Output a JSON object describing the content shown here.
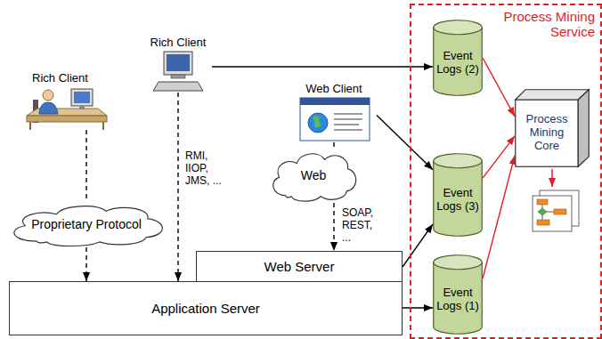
{
  "diagram": {
    "nodes": [
      {
        "text": [
          "Process Mining Service"
        ]
      },
      {
        "text": [
          "Rich Client"
        ]
      },
      {
        "text": [
          "Rich Client"
        ]
      },
      {
        "text": [
          "Event Logs (2)"
        ],
        "in": 0
      },
      {
        "text": [
          "Process Mining Core"
        ],
        "in": 0
      },
      {
        "text": [
          "Web Client"
        ]
      },
      {
        "text": [
          "Web"
        ]
      },
      {
        "text": [
          "Event Logs (3)"
        ],
        "in": 0
      },
      {
        "text": [
          "Proprietary Protocol"
        ]
      },
      {
        "text": [
          "Web Server"
        ]
      },
      {
        "text": [
          "Event Logs (1)"
        ],
        "in": 0
      },
      {
        "text": [
          "Application Server"
        ]
      }
    ],
    "edges": [
      {
        "from": 2,
        "to": 8,
        "arrow": "none"
      },
      {
        "from": 8,
        "to": 11,
        "arrow": "to"
      },
      {
        "from": 1,
        "to": 11,
        "arrow": "to",
        "label": "RMI, IIOP, JMS, ..."
      },
      {
        "from": 1,
        "to": 3,
        "arrow": "to"
      },
      {
        "from": 5,
        "to": 6,
        "arrow": "none"
      },
      {
        "from": 6,
        "to": 9,
        "arrow": "to",
        "label": "SOAP, REST, ..."
      },
      {
        "from": 5,
        "to": 7,
        "arrow": "to"
      },
      {
        "from": 9,
        "to": 7,
        "arrow": "to"
      },
      {
        "from": 11,
        "to": 10,
        "arrow": "to"
      },
      {
        "from": 3,
        "to": 4,
        "arrow": "to"
      },
      {
        "from": 7,
        "to": 4,
        "arrow": "to"
      },
      {
        "from": 10,
        "to": 4,
        "arrow": "to"
      }
    ]
  }
}
